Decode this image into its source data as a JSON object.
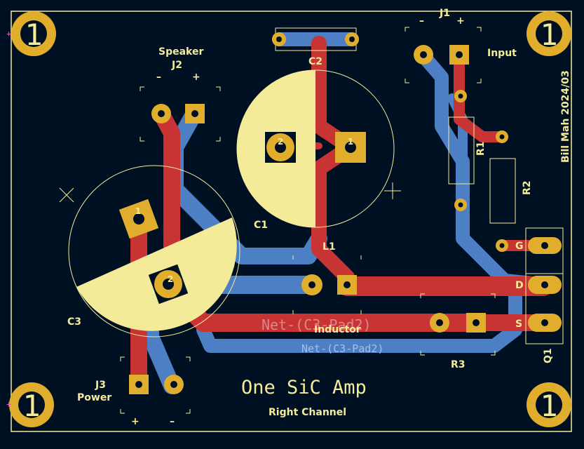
{
  "board": {
    "title": "One SiC Amp",
    "subtitle": "Right Channel",
    "author_date": "Bill Mah  2024/03"
  },
  "mounting_holes": {
    "label": "1"
  },
  "connectors": {
    "j1": {
      "ref": "J1",
      "name": "Input",
      "minus": "–",
      "plus": "+"
    },
    "j2": {
      "ref": "J2",
      "name": "Speaker",
      "minus": "–",
      "plus": "+"
    },
    "j3": {
      "ref": "J3",
      "name": "Power",
      "minus": "–",
      "plus": "+"
    }
  },
  "components": {
    "c1": {
      "ref": "C1",
      "pad1": "1",
      "pad2": "2"
    },
    "c2": {
      "ref": "C2"
    },
    "c3": {
      "ref": "C3",
      "pad1": "1",
      "pad2": "2"
    },
    "l1": {
      "ref": "L1",
      "value": "Inductor"
    },
    "r1": {
      "ref": "R1"
    },
    "r2": {
      "ref": "R2"
    },
    "r3": {
      "ref": "R3"
    },
    "q1": {
      "ref": "Q1",
      "g": "G",
      "d": "D",
      "s": "S"
    }
  },
  "nets": {
    "front": "Net-(C3-Pad2)",
    "back": "Net-(C3-Pad2)"
  },
  "colors": {
    "background": "#001023",
    "front_copper": "#c83434",
    "back_copper": "#4d7fc4",
    "pad": "#e0ae2c",
    "silkscreen": "#f4eb9a"
  }
}
